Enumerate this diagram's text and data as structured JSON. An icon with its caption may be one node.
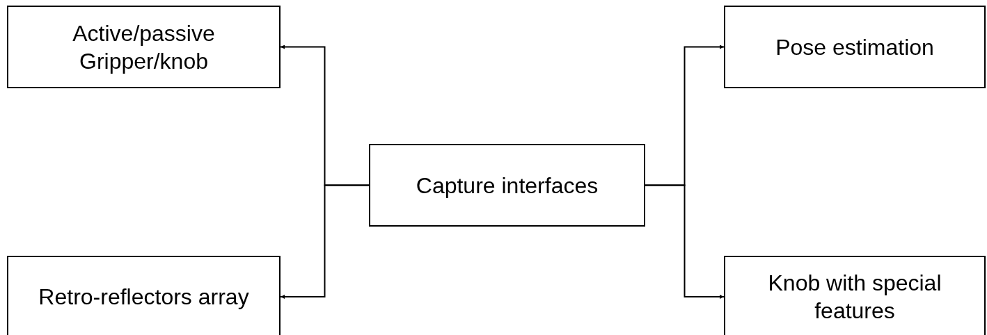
{
  "diagram": {
    "nodes": [
      {
        "text": [
          "Capture interfaces"
        ]
      },
      {
        "text": [
          "Active/passive Gripper/knob"
        ]
      },
      {
        "text": [
          "Retro-reflectors array"
        ]
      },
      {
        "text": [
          "Pose estimation"
        ]
      },
      {
        "text": [
          "Knob with special features"
        ]
      }
    ],
    "edges": [
      {
        "from": 0,
        "to": 1,
        "arrow": "to"
      },
      {
        "from": 0,
        "to": 2,
        "arrow": "to"
      },
      {
        "from": 0,
        "to": 3,
        "arrow": "to"
      },
      {
        "from": 0,
        "to": 4,
        "arrow": "to"
      }
    ]
  }
}
